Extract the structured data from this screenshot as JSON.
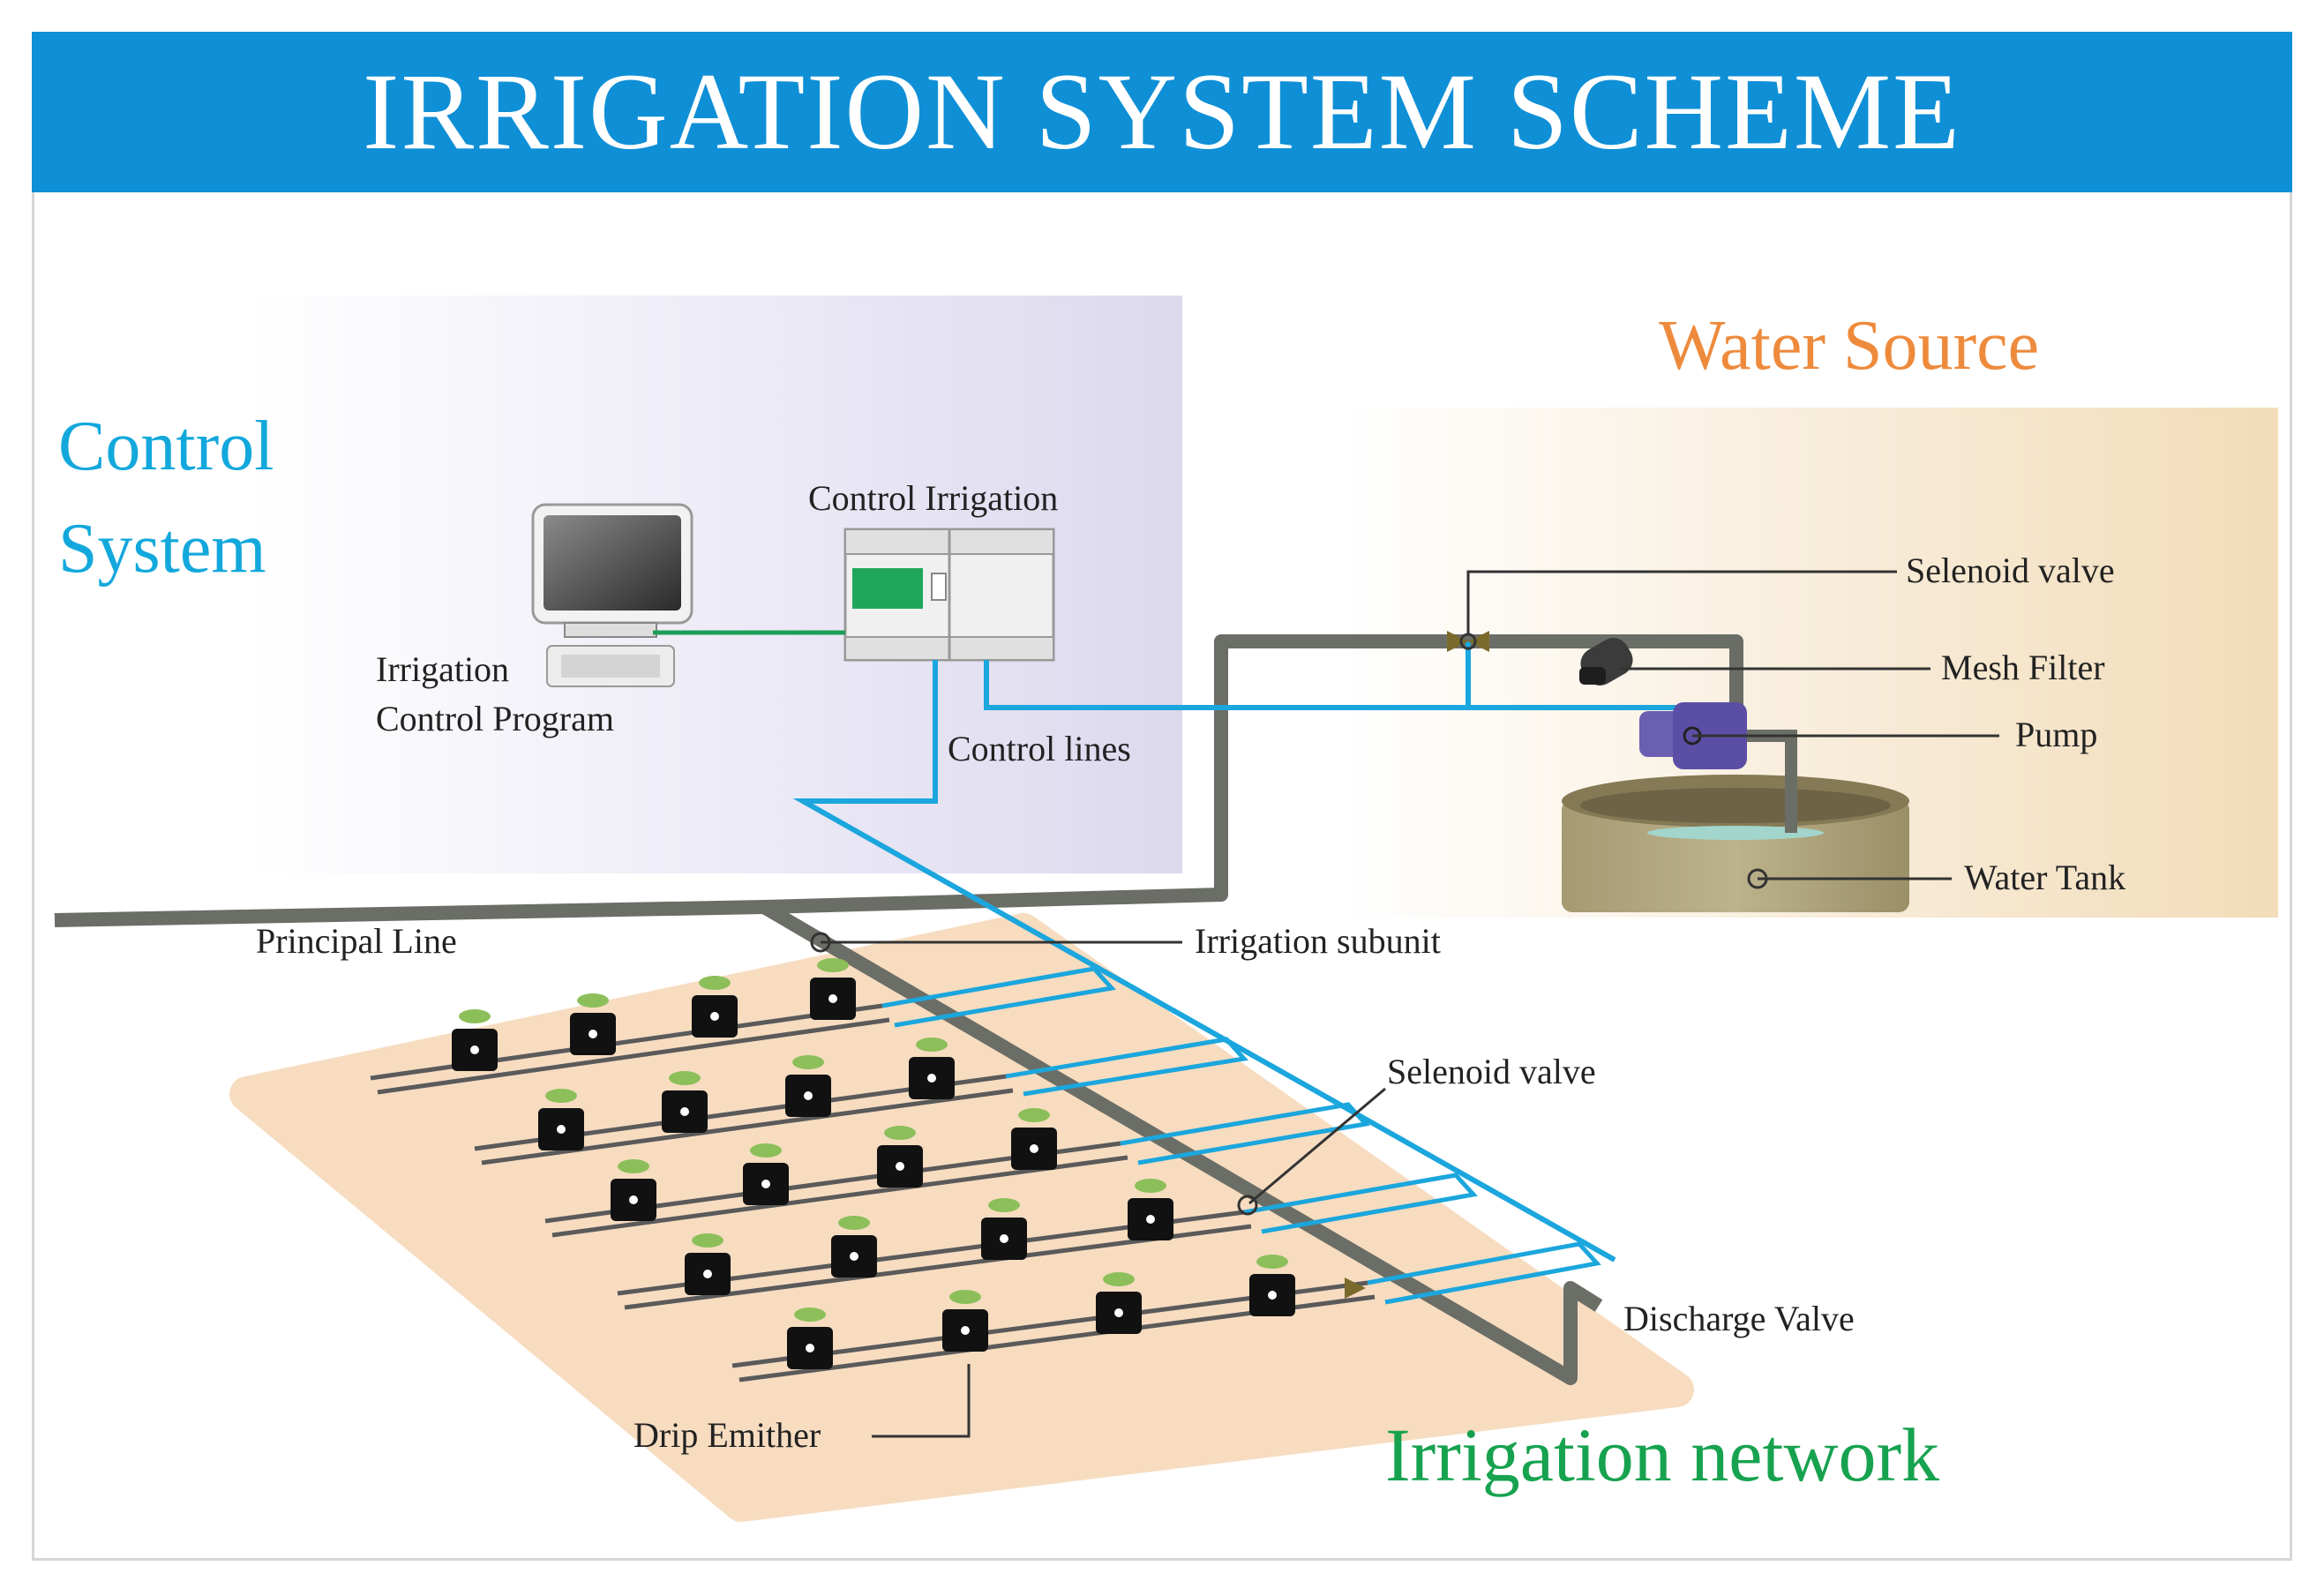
{
  "title": "IRRIGATION SYSTEM SCHEME",
  "sections": {
    "control_system_line1": "Control",
    "control_system_line2": "System",
    "water_source": "Water Source",
    "irrigation_network": "Irrigation network"
  },
  "labels": {
    "control_irrigation": "Control Irrigation",
    "irrigation_program_line1": "Irrigation",
    "irrigation_program_line2": "Control Program",
    "control_lines": "Control lines",
    "selenoid_valve_top": "Selenoid valve",
    "mesh_filter": "Mesh Filter",
    "pump": "Pump",
    "water_tank": "Water Tank",
    "principal_line": "Principal Line",
    "irrigation_subunit": "Irrigation subunit",
    "selenoid_valve_network": "Selenoid valve",
    "discharge_valve": "Discharge Valve",
    "drip_emitter": "Drip Emither"
  },
  "colors": {
    "banner": "#0f8fd6",
    "control_lines": "#1ba6dd",
    "principal_pipe": "#6b6e66",
    "field": "#f7dcc0",
    "control_panel_bg": "#e6e4f2",
    "water_source_bg": "#f3dfc2",
    "control_system_text": "#13a8dc",
    "water_source_text": "#ee8a3c",
    "irrigation_network_text": "#17a24f"
  }
}
